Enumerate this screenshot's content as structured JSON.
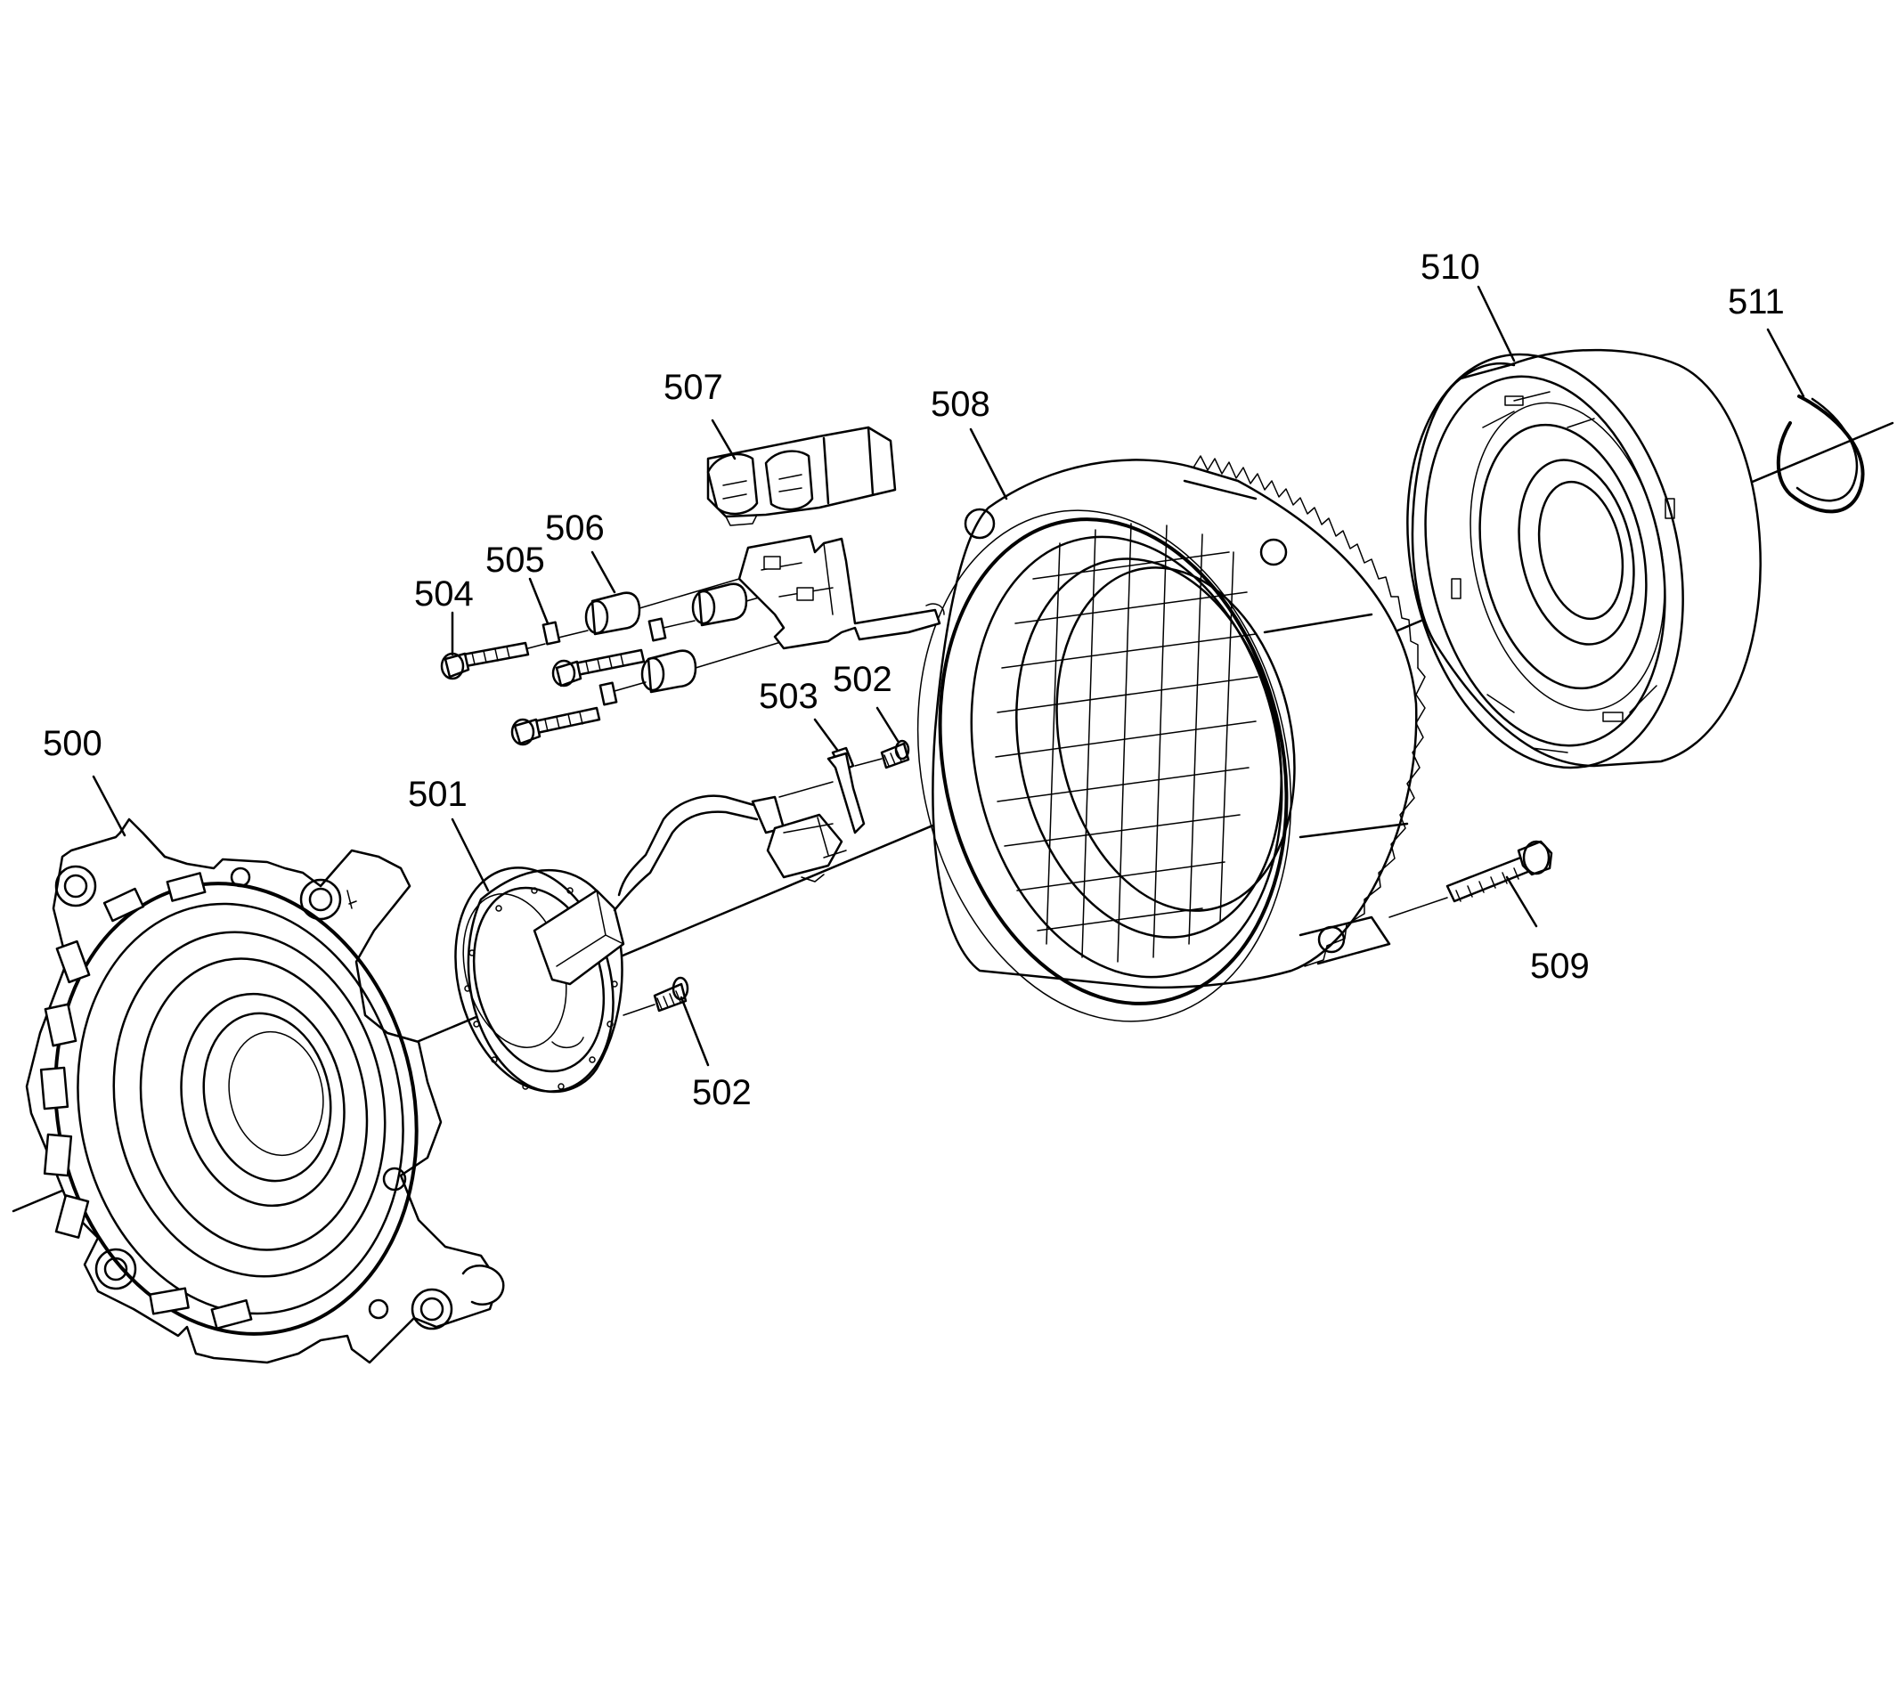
{
  "diagram": {
    "callouts": {
      "c500": "500",
      "c501": "501",
      "c502_top": "502",
      "c502_bottom": "502",
      "c503": "503",
      "c504": "504",
      "c505": "505",
      "c506": "506",
      "c507": "507",
      "c508": "508",
      "c509": "509",
      "c510": "510",
      "c511": "511"
    },
    "line_color": "#000000",
    "background": "#ffffff"
  }
}
